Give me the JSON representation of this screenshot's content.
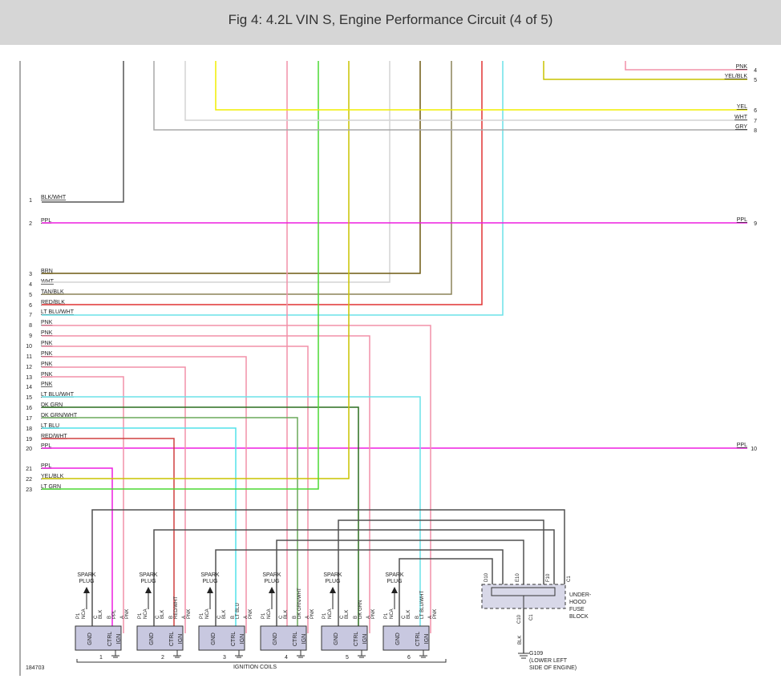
{
  "header": {
    "title": "Fig 4: 4.2L VIN S, Engine Performance Circuit (4 of 5)"
  },
  "colors": {
    "PNK": "#f290a8",
    "YEL/BLK": "#c8c400",
    "YEL": "#f0ee00",
    "WHT": "#d4d4d4",
    "GRY": "#a8a8a8",
    "BLK/WHT": "#555555",
    "PPL": "#ee1ee0",
    "BRN": "#6e5a12",
    "TAN/BLK": "#8c8358",
    "RED/BLK": "#e03434",
    "LT BLU/WHT": "#6ce2e8",
    "DK GRN": "#2c6e1e",
    "DK GRN/WHT": "#6aa85a",
    "LT BLU": "#52e2ea",
    "RED/WHT": "#d04040",
    "LT GRN": "#4cd834",
    "BLK": "#505050",
    "DK GRN V": "#6b8a10"
  },
  "right_wires": [
    {
      "pin": "4",
      "label": "PNK",
      "color": "PNK"
    },
    {
      "pin": "5",
      "label": "YEL/BLK",
      "color": "YEL/BLK"
    },
    {
      "pin": "6",
      "label": "YEL",
      "color": "YEL"
    },
    {
      "pin": "7",
      "label": "WHT",
      "color": "WHT"
    },
    {
      "pin": "8",
      "label": "GRY",
      "color": "GRY"
    },
    {
      "pin": "9",
      "label": "PPL",
      "color": "PPL"
    },
    {
      "pin": "10",
      "label": "PPL",
      "color": "PPL"
    }
  ],
  "left_wires": [
    {
      "pin": "1",
      "label": "BLK/WHT",
      "color": "BLK/WHT"
    },
    {
      "pin": "2",
      "label": "PPL",
      "color": "PPL"
    },
    {
      "pin": "3",
      "label": "BRN",
      "color": "BRN"
    },
    {
      "pin": "4",
      "label": "WHT",
      "color": "WHT"
    },
    {
      "pin": "5",
      "label": "TAN/BLK",
      "color": "TAN/BLK"
    },
    {
      "pin": "6",
      "label": "RED/BLK",
      "color": "RED/BLK"
    },
    {
      "pin": "7",
      "label": "LT BLU/WHT",
      "color": "LT BLU/WHT"
    },
    {
      "pin": "8",
      "label": "PNK",
      "color": "PNK"
    },
    {
      "pin": "9",
      "label": "PNK",
      "color": "PNK"
    },
    {
      "pin": "10",
      "label": "PNK",
      "color": "PNK"
    },
    {
      "pin": "11",
      "label": "PNK",
      "color": "PNK"
    },
    {
      "pin": "12",
      "label": "PNK",
      "color": "PNK"
    },
    {
      "pin": "13",
      "label": "PNK",
      "color": "PNK"
    },
    {
      "pin": "14",
      "label": "PNK",
      "color": "PNK"
    },
    {
      "pin": "15",
      "label": "LT BLU/WHT",
      "color": "LT BLU/WHT"
    },
    {
      "pin": "16",
      "label": "DK GRN",
      "color": "DK GRN"
    },
    {
      "pin": "17",
      "label": "DK GRN/WHT",
      "color": "DK GRN/WHT"
    },
    {
      "pin": "18",
      "label": "LT BLU",
      "color": "LT BLU"
    },
    {
      "pin": "19",
      "label": "RED/WHT",
      "color": "RED/WHT"
    },
    {
      "pin": "20",
      "label": "PPL",
      "color": "PPL"
    },
    {
      "pin": "21",
      "label": "PPL",
      "color": "PPL"
    },
    {
      "pin": "22",
      "label": "YEL/BLK",
      "color": "YEL/BLK"
    },
    {
      "pin": "23",
      "label": "LT GRN",
      "color": "LT GRN"
    }
  ],
  "coils": [
    {
      "number": "1",
      "b_wire": "PPL"
    },
    {
      "number": "2",
      "b_wire": "RED/WHT"
    },
    {
      "number": "3",
      "b_wire": "LT BLU"
    },
    {
      "number": "4",
      "b_wire": "DK GRN/WHT"
    },
    {
      "number": "5",
      "b_wire": "DK GRN"
    },
    {
      "number": "6",
      "b_wire": "LT BLU/WHT"
    }
  ],
  "coil_labels": {
    "spark_plug": [
      "SPARK",
      "PLUG"
    ],
    "pins": {
      "p1": "P1",
      "nca": "NCA",
      "c": "C",
      "blk": "BLK",
      "b": "B",
      "a": "A",
      "pnk": "PNK"
    },
    "terminals": [
      "GND",
      "CTRL",
      "IGN"
    ],
    "group": "IGNITION COILS"
  },
  "fuse_block": {
    "lines": [
      "UNDER-",
      "HOOD",
      "FUSE",
      "BLOCK"
    ],
    "pins": [
      "D10",
      "E10",
      "F10",
      "C1"
    ],
    "bottom_pins": [
      "C10",
      "C1"
    ],
    "ground_wire": "BLK"
  },
  "ground": {
    "id": "G109",
    "lines": [
      "(LOWER LEFT",
      "SIDE OF ENGINE)"
    ]
  },
  "figure_id": "184703"
}
